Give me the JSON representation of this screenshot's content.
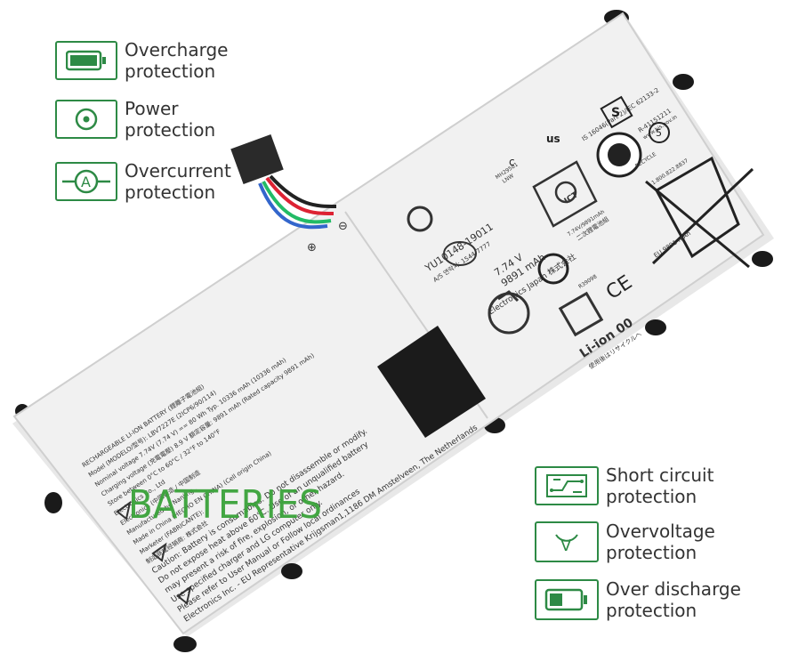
{
  "features_left": [
    {
      "line1": "Overcharge",
      "line2": "protection",
      "icon": "battery-full-icon"
    },
    {
      "line1": "Power",
      "line2": "protection",
      "icon": "power-circle-icon"
    },
    {
      "line1": "Overcurrent",
      "line2": "protection",
      "icon": "ammeter-icon"
    }
  ],
  "features_right": [
    {
      "line1": "Short circuit",
      "line2": "protection",
      "icon": "circuit-board-icon"
    },
    {
      "line1": "Overvoltage",
      "line2": "protection",
      "icon": "voltmeter-icon"
    },
    {
      "line1": "Over discharge",
      "line2": "protection",
      "icon": "battery-low-icon"
    }
  ],
  "watermark": "BATTERIES",
  "label": {
    "rating_id": "YU10148-19011",
    "as_phone": "A/S 연락처: 1544-7777",
    "voltage": "7.74 V",
    "capacity": "9891 mAh",
    "maker": "Electronics Japan 株式会社",
    "li_ion": "Li-ion 00",
    "recycle_jp": "使用後はリサイクルへ",
    "ce_capacity": "EU 9891 mAh",
    "secondary": "二次鋰電池組",
    "secondary_rating": "7.74V/9891mAh",
    "r_code": "R39098",
    "is_std": "IS 16046(Part 2)/IEC 62133-2",
    "bis_id": "R-41151211",
    "bis_url": "www.bis.gov.in",
    "ul_code": "MH29581",
    "ul_sub": "LNW",
    "ict": "ICT",
    "recycle_phone": "1.800.822.8837",
    "recycle_word": "RECYCLE",
    "ce": "CE",
    "cmark_left": "c",
    "cmark_right": "us",
    "bis_s": "S",
    "circle_5": "5",
    "plus": "⊕",
    "minus": "⊖"
  },
  "spec_lines": [
    "RECHARGEABLE LI-ION BATTERY (鋰離子電池組)",
    "Model (MODELO/型号): LBV7227E     (2ICP6/90/114)",
    "Nominal voltage 7.74V (7.74 V) == 80 Wh Typ. 10336 mAh (10336 mAh)",
    "Charging voltage (充電電壓) 8.9 V  額定容量: 9891 mAh (Rated capacity 9891 mAh)",
    "Store between 0°C to 60°C / 32°F to 140°F",
    "Electronics Co., Ltd",
    "Electronics (中國製造 / 中国制造",
    "Manufactured by Nanjing",
    "Made in China (HECHO EN CHINA)  (Cell origin China)",
    "Marketer (FABRICANTE):",
    "制造商或经销商: 株式会社",
    "Caution: Battery is consumables. Do not disassemble or modify.",
    "Do not expose heat above 60°C. Use of an unqualified battery",
    "may present a risk of fire, explosion, or other hazard.",
    "Use specified charger and LG computer only.",
    "Please refer to User Manual or Follow local ordinances",
    "Electronics Inc. - EU Representative Krijgsman1,1186 DM Amstelveen, The Netherlands"
  ]
}
